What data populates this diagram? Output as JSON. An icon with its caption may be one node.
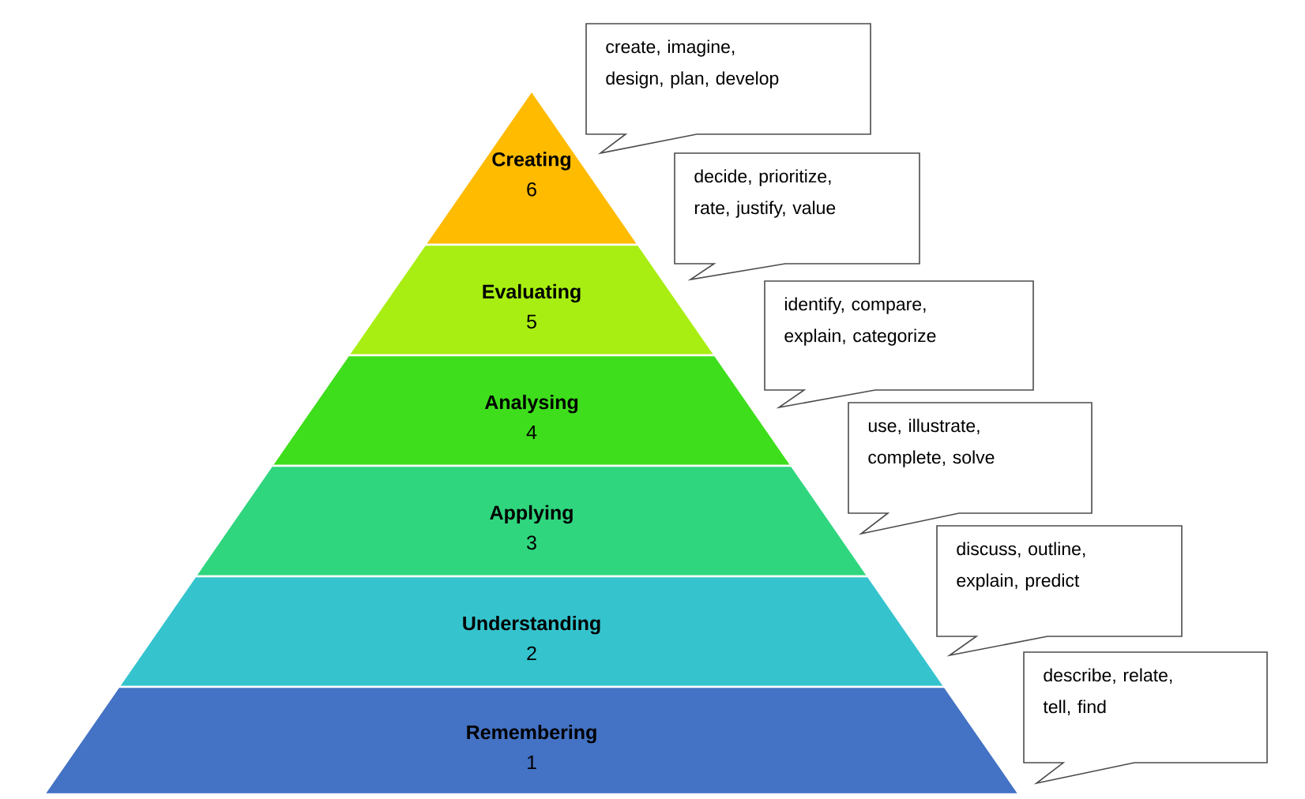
{
  "diagram": {
    "nodes": [
      {
        "text": [
          "Creating",
          "6"
        ]
      },
      {
        "text": [
          "Evaluating",
          "5"
        ]
      },
      {
        "text": [
          "Analysing",
          "4"
        ]
      },
      {
        "text": [
          "Applying",
          "3"
        ]
      },
      {
        "text": [
          "Understanding",
          "2"
        ]
      },
      {
        "text": [
          "Remembering",
          "1"
        ]
      },
      {
        "text": [
          "create, imagine, design, plan, develop"
        ]
      },
      {
        "text": [
          "decide, prioritize, rate, justify, value"
        ]
      },
      {
        "text": [
          "identify, compare, explain, categorize"
        ]
      },
      {
        "text": [
          "use, illustrate, complete, solve"
        ]
      },
      {
        "text": [
          "discuss, outline, explain, predict"
        ]
      },
      {
        "text": [
          "describe, relate, tell, find"
        ]
      }
    ]
  }
}
